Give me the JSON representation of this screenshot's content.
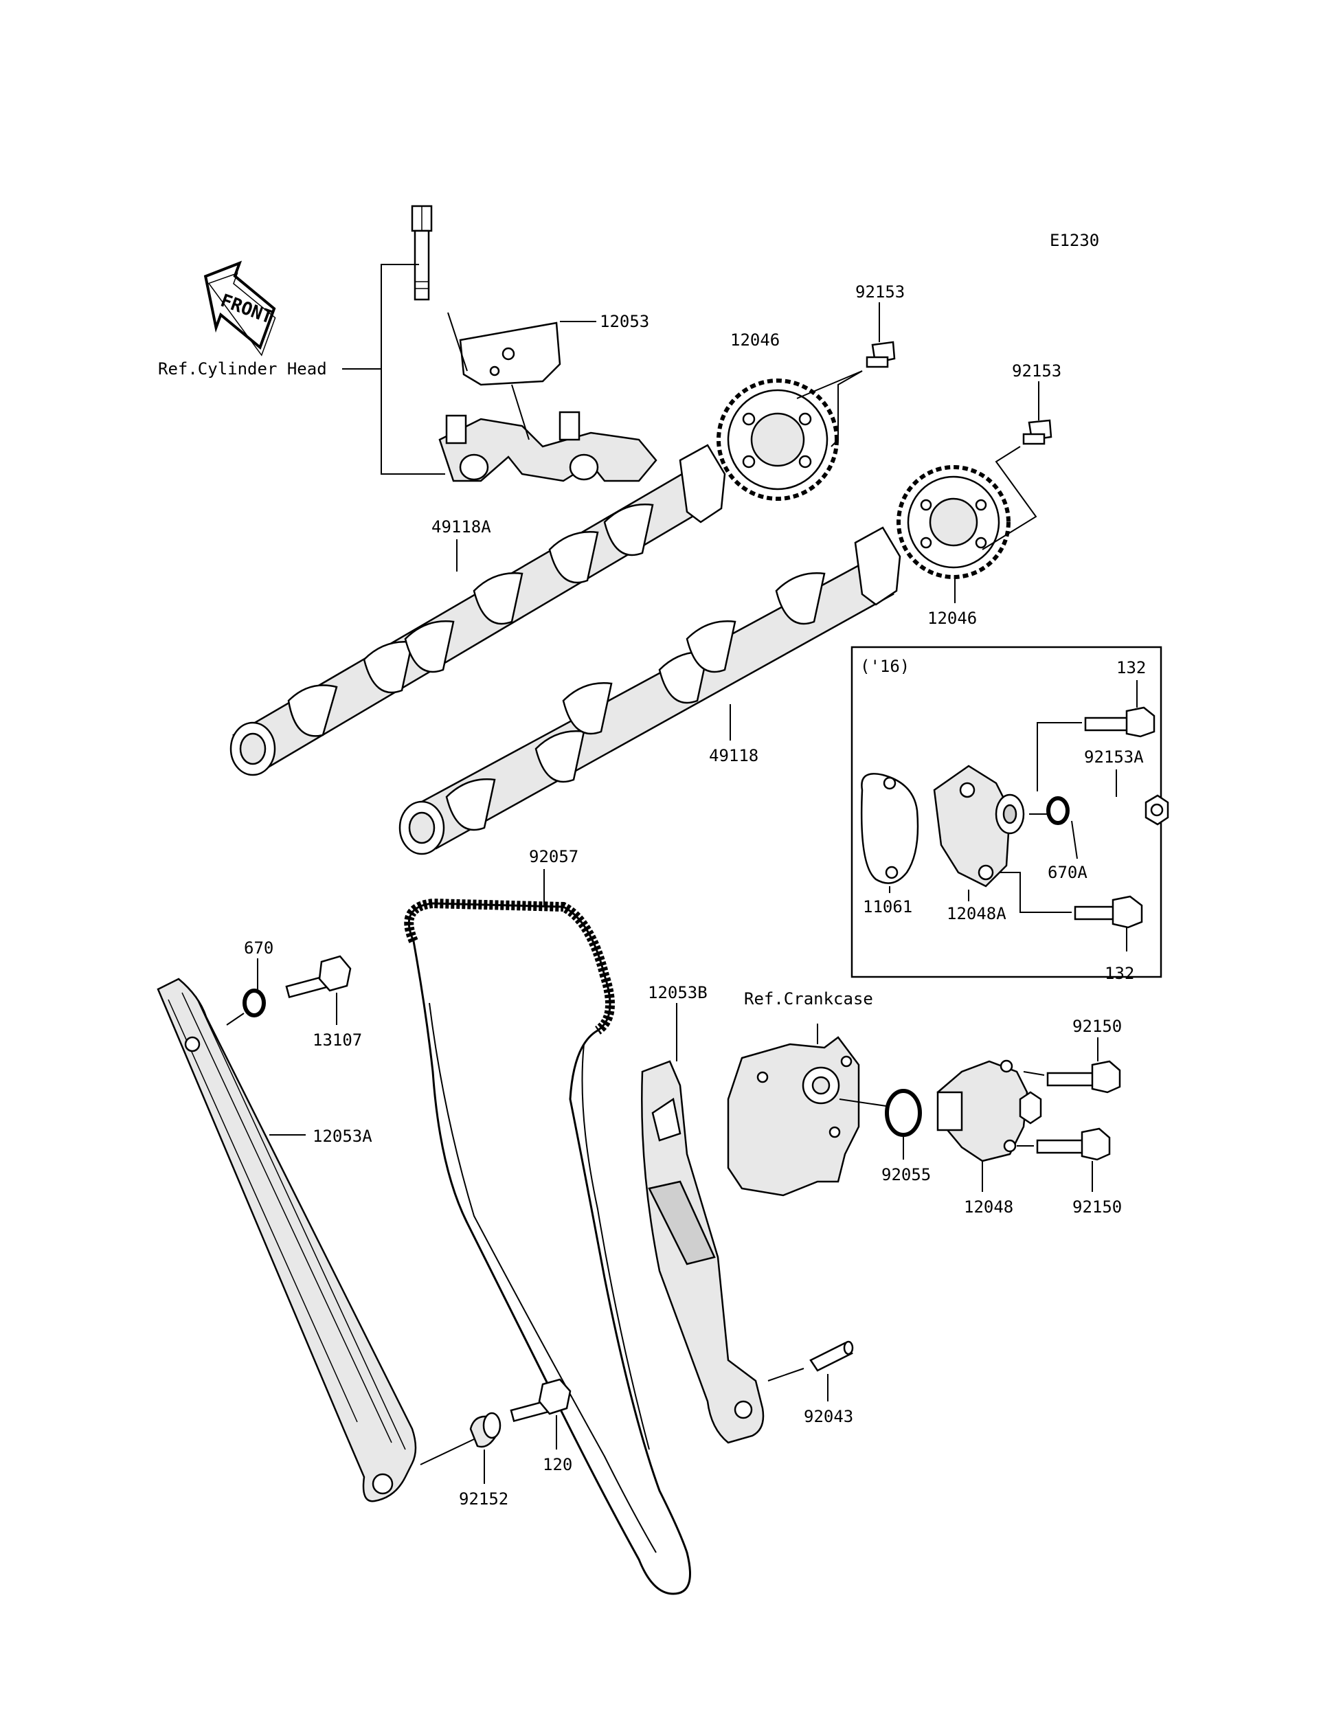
{
  "diagram_code": "E1230",
  "front_arrow": {
    "text": "FRONT",
    "icon": "front-direction-arrow-icon"
  },
  "inset": {
    "title": "('16)"
  },
  "references": {
    "cylinder_head": "Ref.Cylinder Head",
    "crankcase": "Ref.Crankcase"
  },
  "part_labels": {
    "p12053": "12053",
    "p92153_a": "92153",
    "p92153_b": "92153",
    "p12046_a": "12046",
    "p12046_b": "12046",
    "p49118a": "49118A",
    "p49118": "49118",
    "p132_a": "132",
    "p132_b": "132",
    "p92153a": "92153A",
    "p11061": "11061",
    "p12048a": "12048A",
    "p670a": "670A",
    "p92057": "92057",
    "p670": "670",
    "p13107": "13107",
    "p12053a": "12053A",
    "p12053b": "12053B",
    "p92150_a": "92150",
    "p92150_b": "92150",
    "p92055": "92055",
    "p12048": "12048",
    "p92043": "92043",
    "p120": "120",
    "p92152": "92152"
  }
}
